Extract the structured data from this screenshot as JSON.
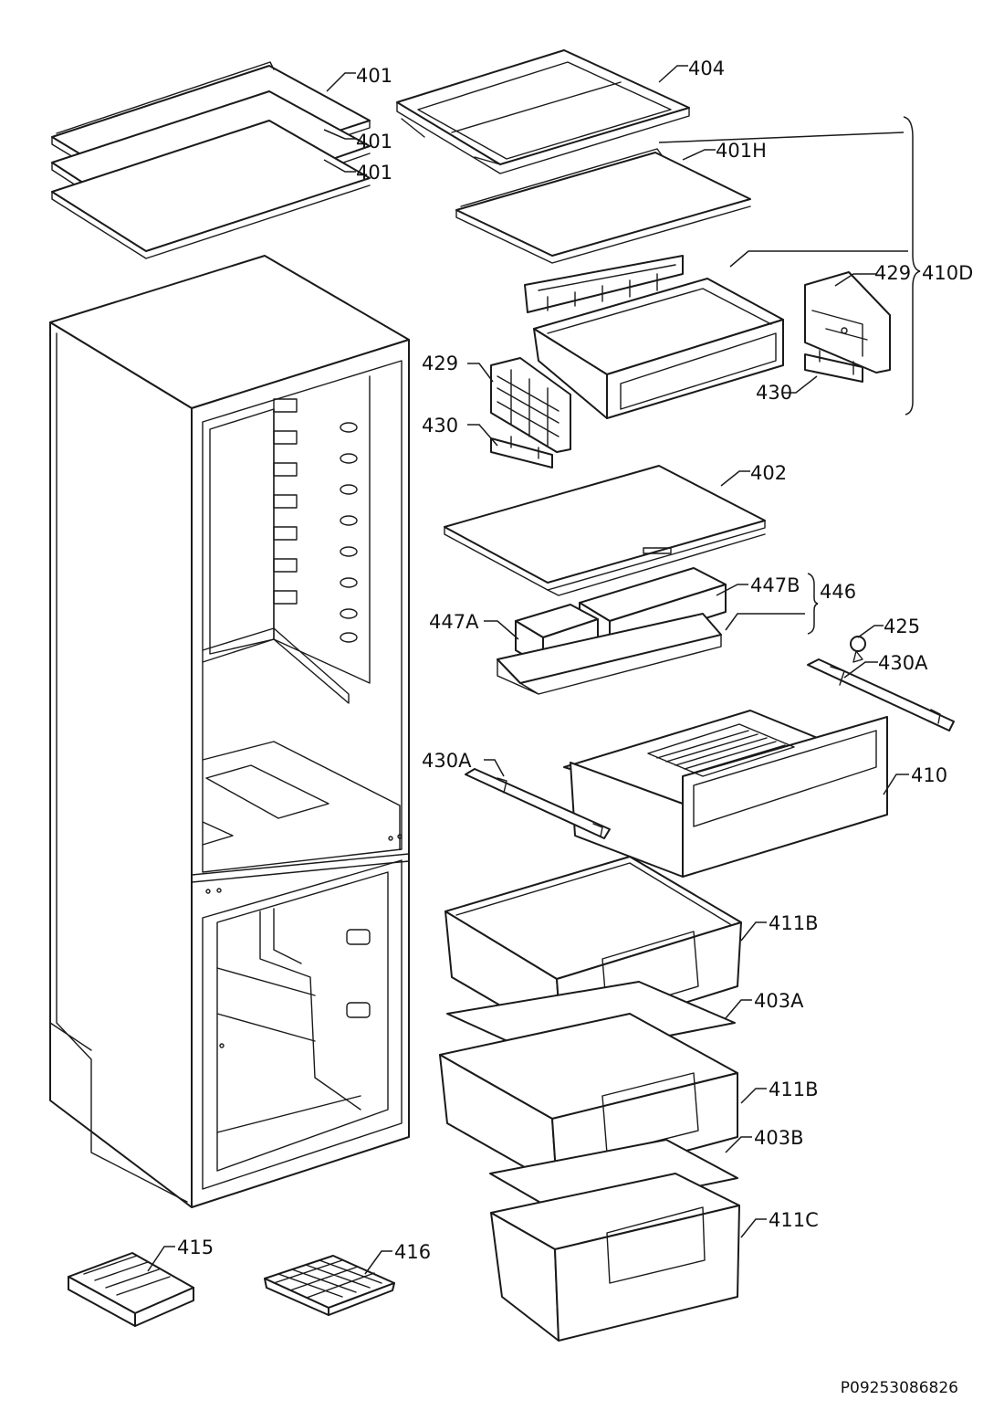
{
  "labels": {
    "l401a": "401",
    "l401b": "401",
    "l401c": "401",
    "l404": "404",
    "l401H": "401H",
    "l429a": "429",
    "l410D": "410D",
    "l429b": "429",
    "l430a": "430",
    "l430b": "430",
    "l402": "402",
    "l447B": "447B",
    "l446": "446",
    "l447A": "447A",
    "l425": "425",
    "l430Aa": "430A",
    "l430Ab": "430A",
    "l410": "410",
    "l411Ba": "411B",
    "l403A": "403A",
    "l411Bb": "411B",
    "l403B": "403B",
    "l411C": "411C",
    "l415": "415",
    "l416": "416"
  },
  "drawing_code": "P09253086826",
  "colors": {
    "line": "#1a1a1a",
    "background": "#ffffff"
  }
}
